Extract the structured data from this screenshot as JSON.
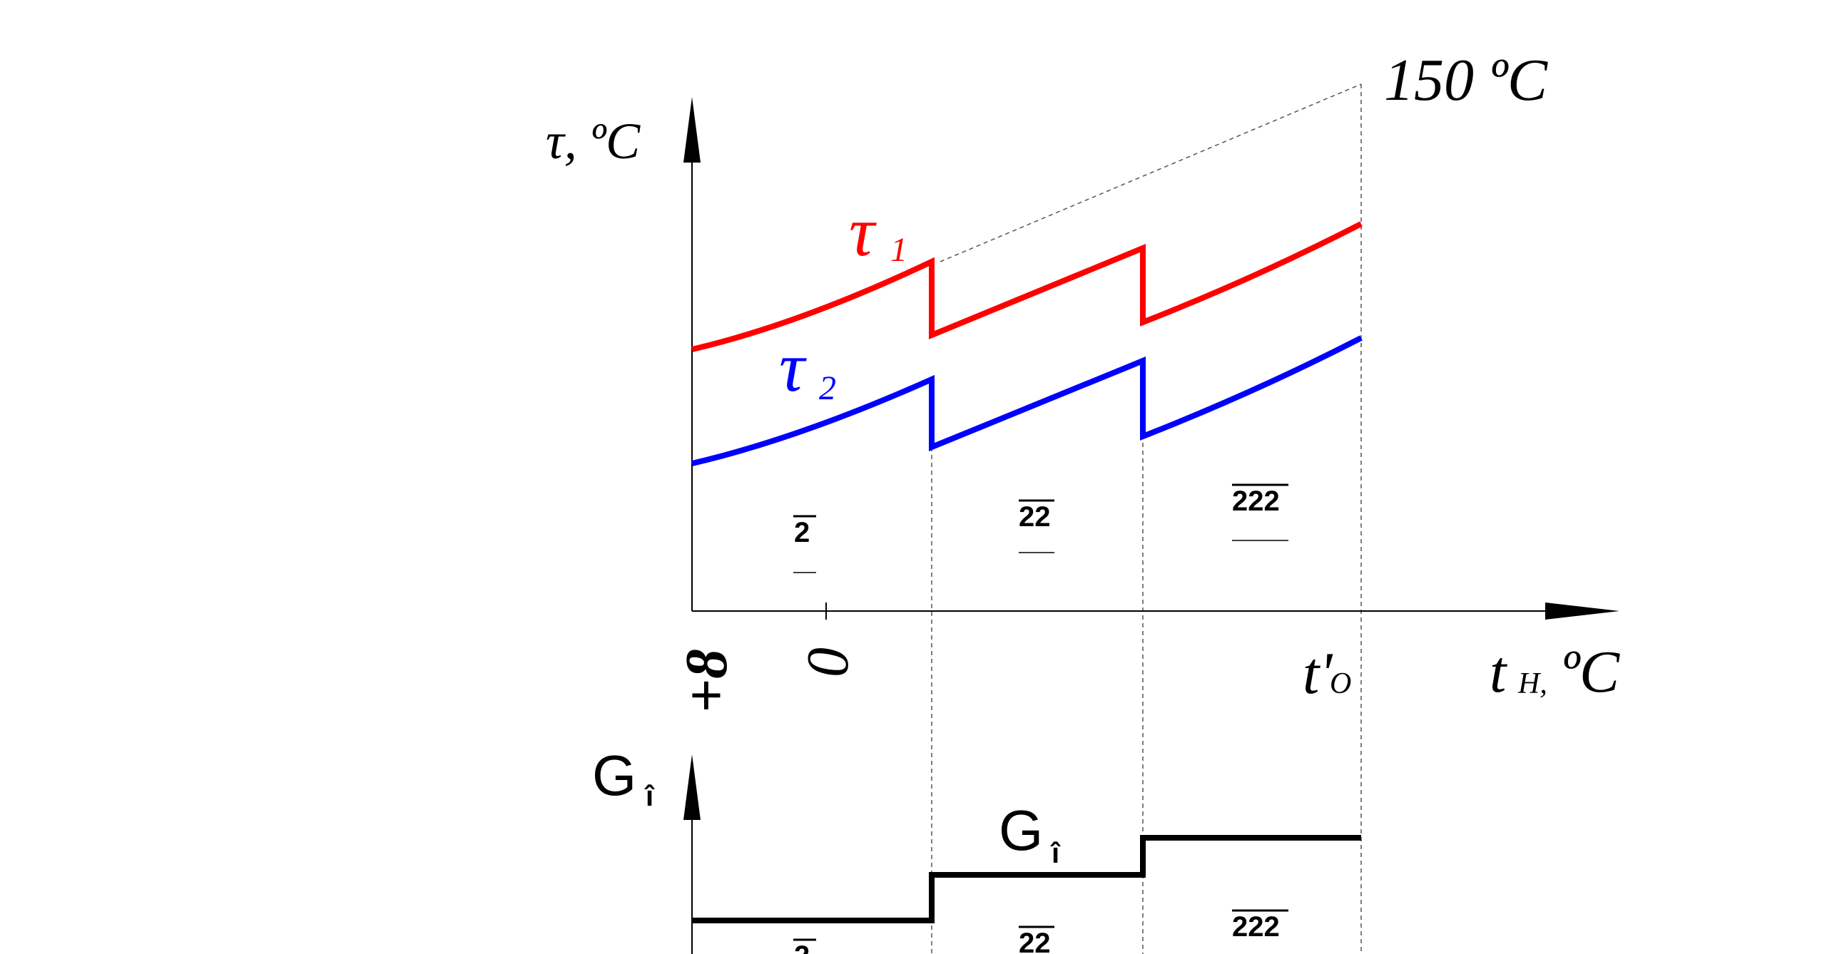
{
  "labels": {
    "y_axis_upper": "τ, ºC",
    "label_150": "150 ºC",
    "tau1": "τ",
    "tau1_sub": "1",
    "tau2": "τ",
    "tau2_sub": "2",
    "x_axis": "t",
    "x_axis_sub": "H,",
    "x_axis_unit": "ºC",
    "t_o": "t'",
    "t_o_sub": "O",
    "tick_plus8": "+8",
    "tick_zero": "0",
    "y_axis_lower": "G",
    "y_axis_lower_sub": "î",
    "g_mid": "G",
    "g_mid_sub": "î",
    "zone_1": "2",
    "zone_2": "22",
    "zone_3": "222"
  },
  "colors": {
    "tau1": "#ff0000",
    "tau2": "#0000ff",
    "axis": "#000000",
    "dashed": "#555555"
  }
}
